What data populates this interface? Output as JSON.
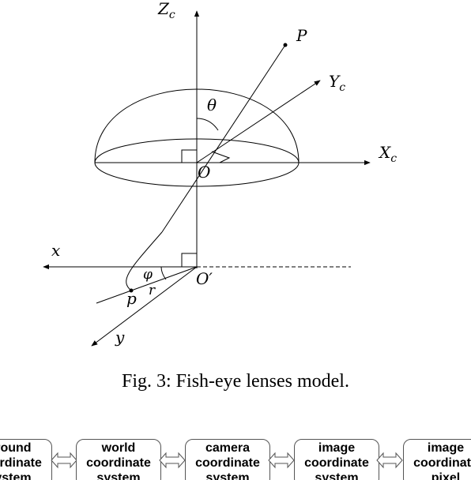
{
  "labels": {
    "zc": "Z",
    "zc_sub": "c",
    "p_upper": "P",
    "yc": "Y",
    "yc_sub": "c",
    "theta": "θ",
    "xc": "X",
    "xc_sub": "c",
    "o": "O",
    "x": "x",
    "phi": "φ",
    "o_prime": "O′",
    "p_lower": "p",
    "r": "r",
    "y": "y"
  },
  "caption": "Fig. 3: Fish-eye lenses model.",
  "flow": [
    {
      "line1": "ground",
      "line2": "coordinate",
      "line3": "system"
    },
    {
      "line1": "world",
      "line2": "coordinate",
      "line3": "system"
    },
    {
      "line1": "camera",
      "line2": "coordinate",
      "line3": "system"
    },
    {
      "line1": "image",
      "line2": "coordinate",
      "line3": "system"
    },
    {
      "line1": "image",
      "line2": "coordinate",
      "line3": "pixel"
    }
  ]
}
